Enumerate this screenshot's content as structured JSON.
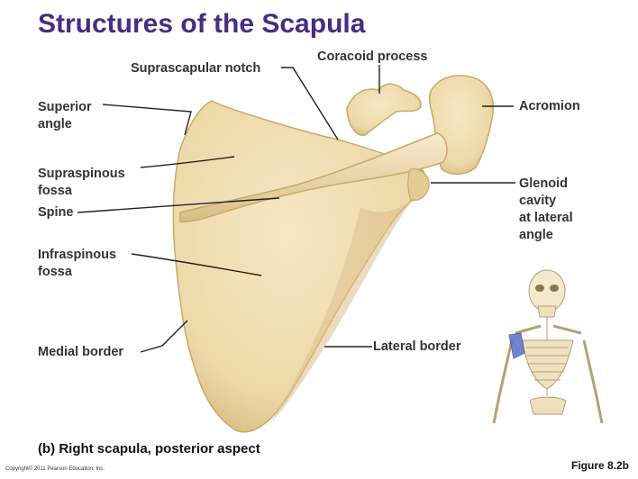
{
  "title": "Structures of the Scapula",
  "labels": {
    "suprascapular_notch": "Suprascapular notch",
    "coracoid_process": "Coracoid process",
    "acromion": "Acromion",
    "superior_angle_line1": "Superior",
    "superior_angle_line2": "angle",
    "supraspinous_line1": "Supraspinous",
    "supraspinous_line2": "fossa",
    "spine": "Spine",
    "glenoid_line1": "Glenoid",
    "glenoid_line2": "cavity",
    "glenoid_line3": "at lateral",
    "glenoid_line4": "angle",
    "infraspinous_line1": "Infraspinous",
    "infraspinous_line2": "fossa",
    "medial_border": "Medial border",
    "lateral_border": "Lateral border"
  },
  "caption": "(b) Right scapula, posterior aspect",
  "figure_ref": "Figure 8.2b",
  "copyright": "Copyright© 2011 Pearson Education, Inc.",
  "colors": {
    "title": "#4a2b82",
    "bone_fill": "#edd9a8",
    "bone_shadow": "#d2b57a",
    "bone_highlight": "#f6e8c4",
    "leader_line": "#222222",
    "thumbnail_highlight": "#5a6fc8"
  }
}
